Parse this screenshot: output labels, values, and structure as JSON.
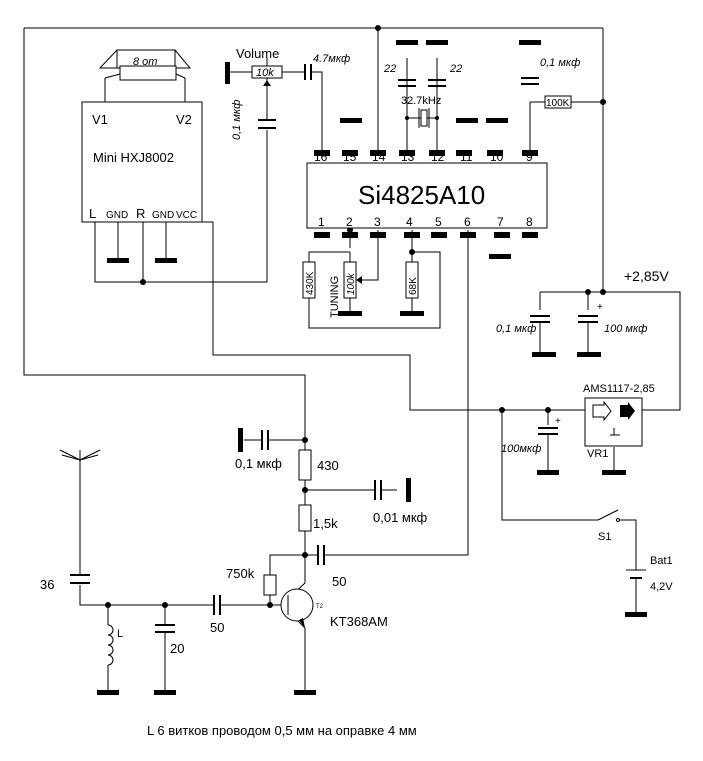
{
  "ic": {
    "name": "Si4825A10",
    "pins_top": [
      "16",
      "15",
      "14",
      "13",
      "12",
      "11",
      "10",
      "9"
    ],
    "pins_bottom": [
      "1",
      "2",
      "3",
      "4",
      "5",
      "6",
      "7",
      "8"
    ]
  },
  "amp": {
    "name": "Mini HXJ8002",
    "v1": "V1",
    "v2": "V2",
    "pins": [
      "L",
      "GND",
      "R",
      "GND",
      "VCC"
    ]
  },
  "speaker": {
    "label": "8 om"
  },
  "volume": {
    "title": "Volume",
    "value": "10k"
  },
  "top": {
    "cap_47": "4.7мкф",
    "cap_01_vol": "0,1 мкф",
    "cap_22a": "22",
    "cap_22b": "22",
    "crystal": "32.7kHz",
    "cap_01_pin9": "0,1 мкф",
    "r_100k": "100K"
  },
  "tuning": {
    "r_430k": "430K",
    "r_100k": "100k",
    "r_68k": "68K",
    "label": "TUNING"
  },
  "power": {
    "rail": "+2,85V",
    "cap_01": "0,1 мкф",
    "cap_100": "100 мкф",
    "cap_100_in": "100мкф",
    "regulator": "AMS1117-2,85",
    "regulator_ref": "VR1",
    "switch": "S1",
    "battery": "Bat1",
    "battery_v": "4,2V",
    "plus": "+"
  },
  "rf": {
    "cap_01": "0,1 мкф",
    "r_430": "430",
    "cap_001": "0,01 мкф",
    "r_15k": "1,5k",
    "r_750k": "750k",
    "cap_50_out": "50",
    "cap_36": "36",
    "cap_50_in": "50",
    "cap_20": "20",
    "coil": "L",
    "transistor": "KT368AM",
    "transistor_ref": "T2"
  },
  "note": "L  6 витков проводом 0,5 мм на оправке 4 мм"
}
